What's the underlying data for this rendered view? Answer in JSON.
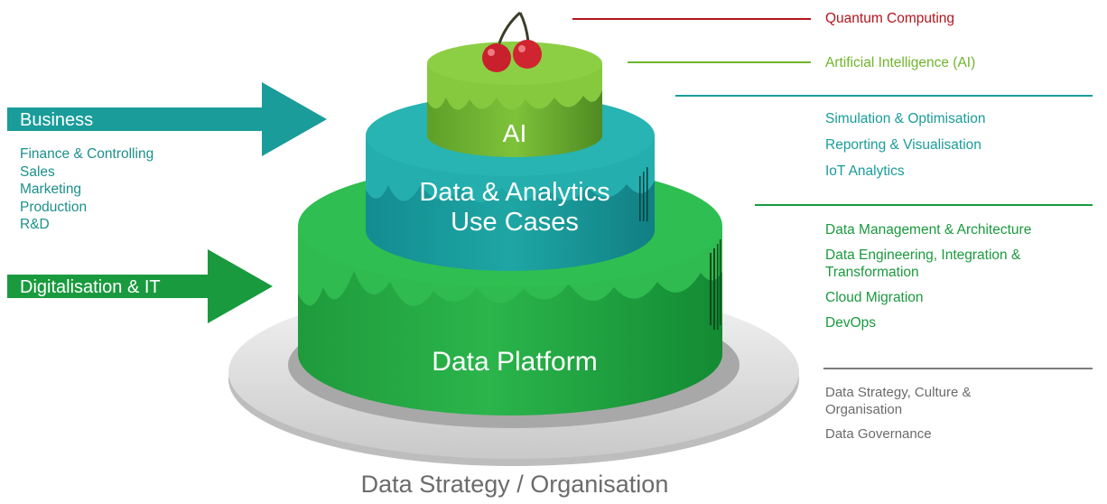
{
  "colors": {
    "quantum": "#b3161e",
    "ai_green": "#6fb52c",
    "teal": "#1a9c9a",
    "platform_green": "#1a9a3e",
    "grey": "#7c7c7c",
    "white": "#ffffff"
  },
  "left": {
    "business_label": "Business",
    "business_units": [
      "Finance & Controlling",
      "Sales",
      "Marketing",
      "Production",
      "R&D"
    ],
    "digital_label": "Digitalisation & IT"
  },
  "cake": {
    "top_label": "AI",
    "middle_label_line1": "Data & Analytics",
    "middle_label_line2": "Use Cases",
    "bottom_label": "Data Platform",
    "decoration_icon": "cherry-icon"
  },
  "right": {
    "quantum": "Quantum Computing",
    "ai": "Artificial Intelligence (AI)",
    "use_cases": [
      "Simulation & Optimisation",
      "Reporting & Visualisation",
      "IoT Analytics"
    ],
    "platform": [
      "Data Management & Architecture",
      "Data Engineering, Integration & Transformation",
      "Cloud Migration",
      "DevOps"
    ],
    "strategy": [
      "Data Strategy, Culture & Organisation",
      "Data Governance"
    ]
  },
  "footer": "Data Strategy / Organisation"
}
